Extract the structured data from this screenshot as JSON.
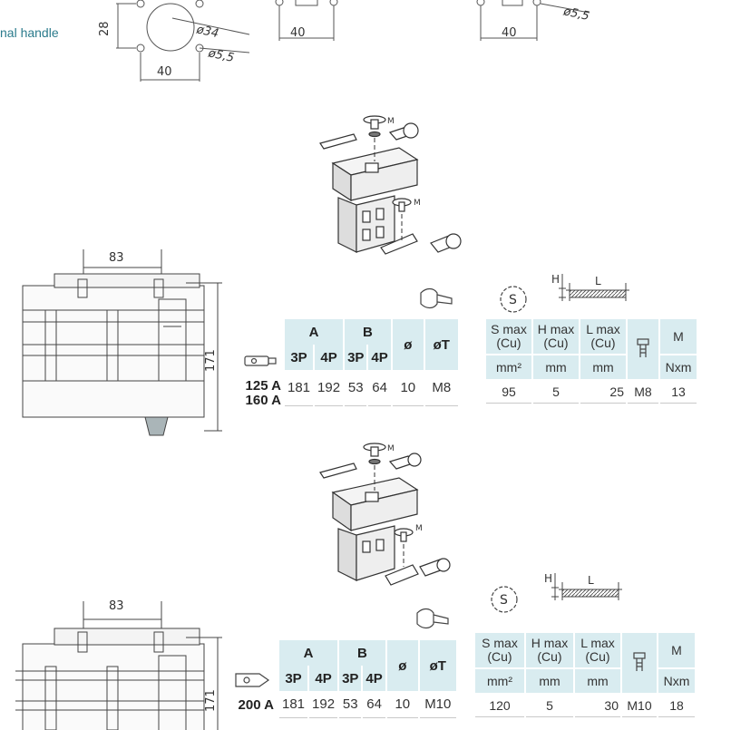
{
  "page": {
    "side_label": "nal handle"
  },
  "top_drawings": {
    "d1": {
      "h_dim": "40",
      "v_dim": "28",
      "dia_big": "ø34",
      "dia_small": "ø5,5"
    },
    "d2": {
      "h_dim": "40"
    },
    "d3": {
      "h_dim": "40",
      "dia_small": "ø5,5"
    }
  },
  "section1": {
    "side_view": {
      "width_dim": "83",
      "height_dim": "171"
    },
    "terminal_table": {
      "group_headers": [
        "A",
        "B",
        "ø",
        "øT"
      ],
      "sub_headers": [
        "3P",
        "4P",
        "3P",
        "4P"
      ],
      "ratings": [
        "125 A",
        "160 A"
      ],
      "values": [
        "181",
        "192",
        "53",
        "64",
        "10",
        "M8"
      ]
    },
    "busbar_table": {
      "headers": [
        "S max (Cu)",
        "H max (Cu)",
        "L max (Cu)",
        "",
        "M"
      ],
      "units": [
        "mm²",
        "mm",
        "mm",
        "",
        "Nxm"
      ],
      "values": [
        "95",
        "5",
        "25",
        "M8",
        "13"
      ],
      "dim_h": "H",
      "dim_l": "L"
    }
  },
  "section2": {
    "side_view": {
      "width_dim": "83",
      "height_dim": "171"
    },
    "terminal_table": {
      "group_headers": [
        "A",
        "B",
        "ø",
        "øT"
      ],
      "sub_headers": [
        "3P",
        "4P",
        "3P",
        "4P"
      ],
      "ratings": [
        "200 A"
      ],
      "values": [
        "181",
        "192",
        "53",
        "64",
        "10",
        "M10"
      ]
    },
    "busbar_table": {
      "headers": [
        "S max (Cu)",
        "H max (Cu)",
        "L max (Cu)",
        "",
        "M"
      ],
      "units": [
        "mm²",
        "mm",
        "mm",
        "",
        "Nxm"
      ],
      "values": [
        "120",
        "5",
        "30",
        "M10",
        "18"
      ],
      "dim_h": "H",
      "dim_l": "L"
    }
  },
  "exploded_labels": {
    "torque": "M"
  }
}
